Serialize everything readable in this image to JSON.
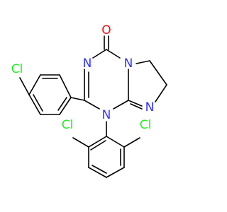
{
  "diagram": {
    "atoms": {
      "O": "O",
      "N_amide": "N",
      "N_imine_ring": "N",
      "N_imine_exo": "N",
      "N_aryl": "N",
      "Cl_para": "Cl",
      "Cl_ortho_left": "Cl",
      "Cl_ortho_right": "Cl"
    },
    "colors": {
      "nitrogen": "#3333ff",
      "oxygen": "#ff0d0d",
      "chlorine": "#1ff01f",
      "bond": "#000000",
      "background": "#ffffff"
    }
  }
}
